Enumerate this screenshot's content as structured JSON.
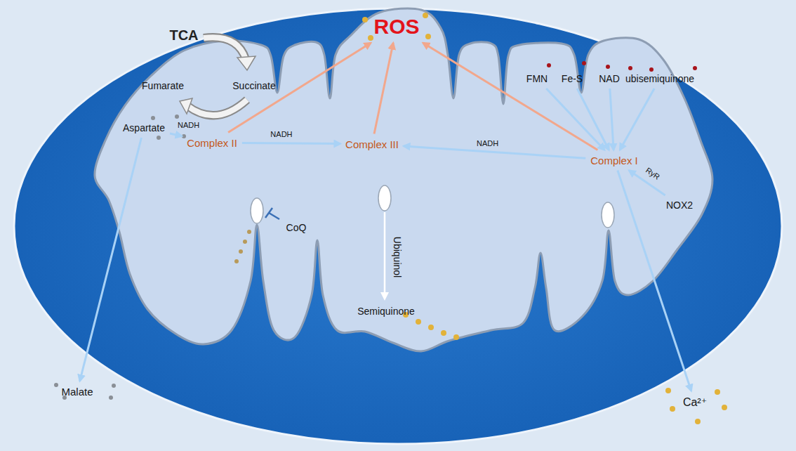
{
  "diagram": {
    "nodes": [
      {
        "text": [
          "ROS"
        ]
      },
      {
        "text": [
          "Aspartate"
        ]
      },
      {
        "text": [
          "Complex II"
        ]
      },
      {
        "text": [
          "Complex III"
        ]
      },
      {
        "text": [
          "Complex I"
        ]
      },
      {
        "text": [
          "FMN"
        ]
      },
      {
        "text": [
          "Fe-S"
        ]
      },
      {
        "text": [
          "NAD"
        ]
      },
      {
        "text": [
          "ubisemiquinone"
        ]
      },
      {
        "text": [
          "NOX2"
        ]
      },
      {
        "text": [
          "Malate"
        ]
      },
      {
        "text": [
          "Ca²⁺"
        ]
      }
    ],
    "edges": [
      {
        "from": 1,
        "to": 2,
        "arrow": "to",
        "label": "NADH"
      },
      {
        "from": 2,
        "to": 3,
        "arrow": "to",
        "label": "NADH"
      },
      {
        "from": 4,
        "to": 3,
        "arrow": "to",
        "label": "NADH"
      },
      {
        "from": 2,
        "to": 0,
        "arrow": "to"
      },
      {
        "from": 3,
        "to": 0,
        "arrow": "to"
      },
      {
        "from": 4,
        "to": 0,
        "arrow": "to"
      },
      {
        "from": 5,
        "to": 4,
        "arrow": "to"
      },
      {
        "from": 6,
        "to": 4,
        "arrow": "to"
      },
      {
        "from": 7,
        "to": 4,
        "arrow": "to"
      },
      {
        "from": 8,
        "to": 4,
        "arrow": "to"
      },
      {
        "from": 9,
        "to": 4,
        "arrow": "to",
        "label": "RyR"
      },
      {
        "from": 1,
        "to": 10,
        "arrow": "to"
      },
      {
        "from": 4,
        "to": 11,
        "arrow": "to"
      }
    ],
    "labels": [
      "TCA",
      "Fumarate",
      "Succinate",
      "CoQ",
      "Ubiquinol",
      "Semiquinone"
    ]
  }
}
